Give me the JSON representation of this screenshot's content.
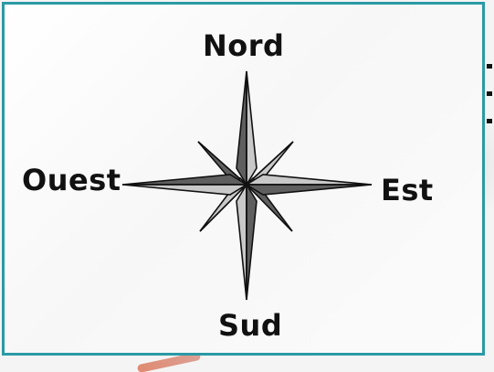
{
  "compass": {
    "north": "Nord",
    "south": "Sud",
    "east": "Est",
    "west": "Ouest"
  },
  "colors": {
    "frame_border": "#2a9aa5",
    "star_dark": "#5f5f5f",
    "star_mid": "#8e8e8e",
    "star_light": "#c9c9c9",
    "outline": "#111111"
  },
  "icons": {
    "rose": "compass-rose-icon"
  }
}
